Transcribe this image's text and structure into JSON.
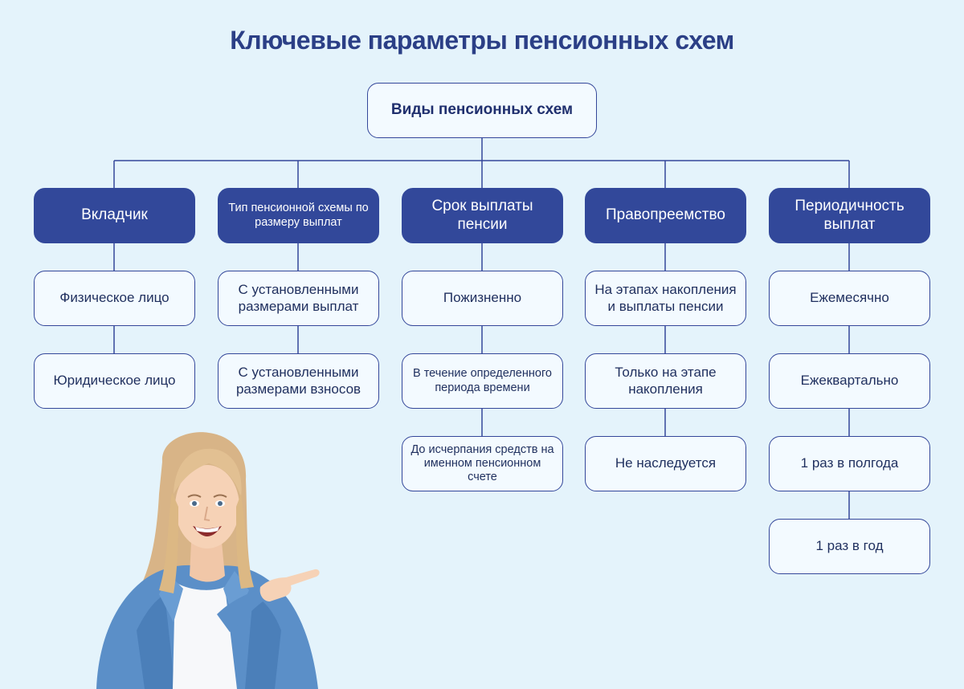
{
  "title": "Ключевые параметры пенсионных схем",
  "root": "Виды пенсионных схем",
  "colors": {
    "background": "#e4f3fb",
    "accent": "#32489a",
    "title": "#2b3f86",
    "leaf_fill": "#f3faff"
  },
  "columns": [
    {
      "header": "Вкладчик",
      "items": [
        "Физическое лицо",
        "Юридическое лицо"
      ]
    },
    {
      "header": "Тип пенсионной схемы по размеру выплат",
      "items": [
        "С установленными размерами выплат",
        "С установленными размерами взносов"
      ]
    },
    {
      "header": "Срок выплаты пенсии",
      "items": [
        "Пожизненно",
        "В течение определенного периода времени",
        "До исчерпания средств на именном пенсионном счете"
      ]
    },
    {
      "header": "Правопреемство",
      "items": [
        "На этапах накопления и выплаты пенсии",
        "Только на этапе накопления",
        "Не наследуется"
      ]
    },
    {
      "header": "Периодичность выплат",
      "items": [
        "Ежемесячно",
        "Ежеквартально",
        "1 раз в полгода",
        "1 раз в год"
      ]
    }
  ]
}
